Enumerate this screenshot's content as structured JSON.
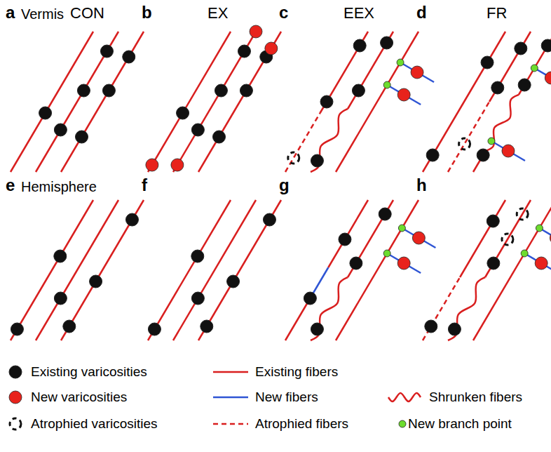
{
  "diagram": {
    "labels": [
      "a",
      "Vermis",
      "CON",
      "b",
      "EX",
      "c",
      "EEX",
      "d",
      "FR",
      "e",
      "Hemisphere",
      "f",
      "g",
      "h"
    ],
    "legend": [
      {
        "text": "Existing varicosities"
      },
      {
        "text": "Existing fibers"
      },
      {
        "text": "New varicosities"
      },
      {
        "text": "New fibers"
      },
      {
        "text": "Shrunken fibers"
      },
      {
        "text": "Atrophied varicosities"
      },
      {
        "text": "Atrophied fibers"
      },
      {
        "text": "New branch point"
      }
    ]
  }
}
